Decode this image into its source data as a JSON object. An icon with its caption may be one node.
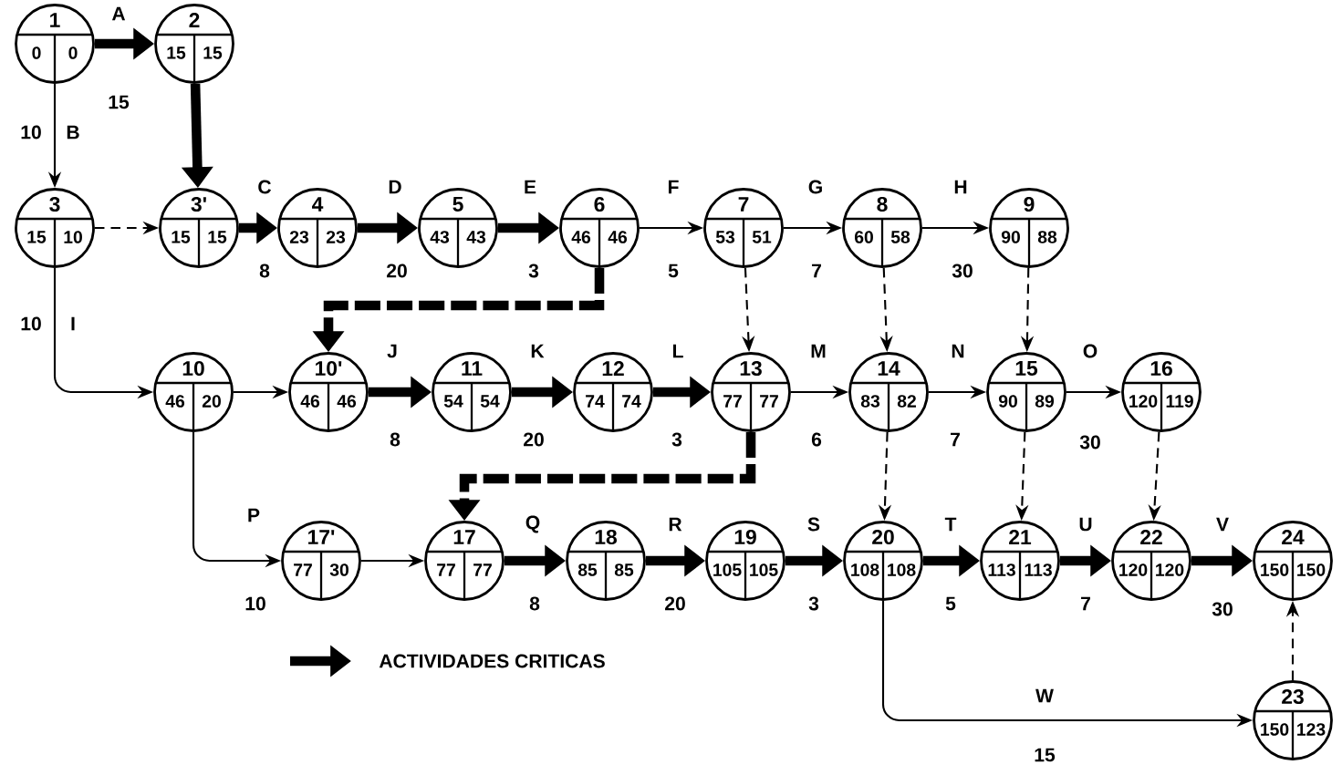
{
  "diagram": {
    "nodes": [
      {
        "text": [
          "1",
          "0",
          "0"
        ]
      },
      {
        "text": [
          "2",
          "15",
          "15"
        ]
      },
      {
        "text": [
          "3",
          "15",
          "10"
        ]
      },
      {
        "text": [
          "3'",
          "15",
          "15"
        ]
      },
      {
        "text": [
          "4",
          "23",
          "23"
        ]
      },
      {
        "text": [
          "5",
          "43",
          "43"
        ]
      },
      {
        "text": [
          "6",
          "46",
          "46"
        ]
      },
      {
        "text": [
          "7",
          "53",
          "51"
        ]
      },
      {
        "text": [
          "8",
          "60",
          "58"
        ]
      },
      {
        "text": [
          "9",
          "90",
          "88"
        ]
      },
      {
        "text": [
          "10",
          "46",
          "20"
        ]
      },
      {
        "text": [
          "10'",
          "46",
          "46"
        ]
      },
      {
        "text": [
          "11",
          "54",
          "54"
        ]
      },
      {
        "text": [
          "12",
          "74",
          "74"
        ]
      },
      {
        "text": [
          "13",
          "77",
          "77"
        ]
      },
      {
        "text": [
          "14",
          "83",
          "82"
        ]
      },
      {
        "text": [
          "15",
          "90",
          "89"
        ]
      },
      {
        "text": [
          "16",
          "120",
          "119"
        ]
      },
      {
        "text": [
          "17'",
          "77",
          "30"
        ]
      },
      {
        "text": [
          "17",
          "77",
          "77"
        ]
      },
      {
        "text": [
          "18",
          "85",
          "85"
        ]
      },
      {
        "text": [
          "19",
          "105",
          "105"
        ]
      },
      {
        "text": [
          "20",
          "108",
          "108"
        ]
      },
      {
        "text": [
          "21",
          "113",
          "113"
        ]
      },
      {
        "text": [
          "22",
          "120",
          "120"
        ]
      },
      {
        "text": [
          "24",
          "150",
          "150"
        ]
      },
      {
        "text": [
          "23",
          "150",
          "123"
        ]
      }
    ],
    "edges": [
      {
        "from": 0,
        "to": 1,
        "arrow": "to",
        "style": "thick",
        "label": "A"
      },
      {
        "from": 0,
        "to": 2,
        "arrow": "to",
        "label": "B"
      },
      {
        "from": 1,
        "to": 3,
        "arrow": "to",
        "style": "thick"
      },
      {
        "from": 2,
        "to": 3,
        "arrow": "to",
        "style": "dashed"
      },
      {
        "from": 3,
        "to": 4,
        "arrow": "to",
        "style": "thick",
        "label": "C"
      },
      {
        "from": 4,
        "to": 5,
        "arrow": "to",
        "style": "thick",
        "label": "D"
      },
      {
        "from": 5,
        "to": 6,
        "arrow": "to",
        "style": "thick",
        "label": "E"
      },
      {
        "from": 6,
        "to": 11,
        "arrow": "to",
        "style": "dashed"
      },
      {
        "from": 6,
        "to": 7,
        "arrow": "to",
        "label": "F"
      },
      {
        "from": 7,
        "to": 8,
        "arrow": "to",
        "label": "G"
      },
      {
        "from": 8,
        "to": 9,
        "arrow": "to",
        "label": "H"
      },
      {
        "from": 7,
        "to": 14,
        "arrow": "to",
        "style": "dashed"
      },
      {
        "from": 8,
        "to": 15,
        "arrow": "to",
        "style": "dashed"
      },
      {
        "from": 9,
        "to": 16,
        "arrow": "to",
        "style": "dashed"
      },
      {
        "from": 2,
        "to": 10,
        "arrow": "to",
        "label": "I"
      },
      {
        "from": 10,
        "to": 11,
        "arrow": "to"
      },
      {
        "from": 11,
        "to": 12,
        "arrow": "to",
        "style": "thick",
        "label": "J"
      },
      {
        "from": 12,
        "to": 13,
        "arrow": "to",
        "style": "thick",
        "label": "K"
      },
      {
        "from": 13,
        "to": 14,
        "arrow": "to",
        "style": "thick",
        "label": "L"
      },
      {
        "from": 14,
        "to": 15,
        "arrow": "to",
        "label": "M"
      },
      {
        "from": 15,
        "to": 16,
        "arrow": "to",
        "label": "N"
      },
      {
        "from": 16,
        "to": 17,
        "arrow": "to",
        "label": "O"
      },
      {
        "from": 14,
        "to": 19,
        "arrow": "to",
        "style": "dashed"
      },
      {
        "from": 15,
        "to": 22,
        "arrow": "to",
        "style": "dashed"
      },
      {
        "from": 16,
        "to": 23,
        "arrow": "to",
        "style": "dashed"
      },
      {
        "from": 17,
        "to": 24,
        "arrow": "to",
        "style": "dashed"
      },
      {
        "from": 10,
        "to": 18,
        "arrow": "to",
        "label": "P"
      },
      {
        "from": 18,
        "to": 19,
        "arrow": "to"
      },
      {
        "from": 19,
        "to": 20,
        "arrow": "to",
        "style": "thick",
        "label": "Q"
      },
      {
        "from": 20,
        "to": 21,
        "arrow": "to",
        "style": "thick",
        "label": "R"
      },
      {
        "from": 21,
        "to": 22,
        "arrow": "to",
        "style": "thick",
        "label": "S"
      },
      {
        "from": 22,
        "to": 23,
        "arrow": "to",
        "style": "thick",
        "label": "T"
      },
      {
        "from": 23,
        "to": 24,
        "arrow": "to",
        "style": "thick",
        "label": "U"
      },
      {
        "from": 24,
        "to": 25,
        "arrow": "to",
        "style": "thick",
        "label": "V"
      },
      {
        "from": 22,
        "to": 26,
        "arrow": "to",
        "label": "W"
      },
      {
        "from": 26,
        "to": 25,
        "arrow": "to",
        "style": "dashed"
      }
    ],
    "labels": [
      "15",
      "10",
      "8",
      "20",
      "3",
      "5",
      "7",
      "30",
      "10",
      "8",
      "20",
      "3",
      "6",
      "7",
      "30",
      "10",
      "8",
      "20",
      "3",
      "5",
      "7",
      "30",
      "15"
    ],
    "legend": [
      {
        "text": "ACTIVIDADES CRITICAS"
      }
    ]
  }
}
